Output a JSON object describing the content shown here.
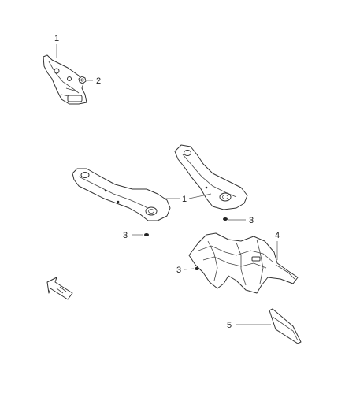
{
  "callouts": [
    {
      "id": "c1a",
      "label": "1"
    },
    {
      "id": "c2",
      "label": "2"
    },
    {
      "id": "c1b",
      "label": "1"
    },
    {
      "id": "c3a",
      "label": "3"
    },
    {
      "id": "c3b",
      "label": "3"
    },
    {
      "id": "c4",
      "label": "4"
    },
    {
      "id": "c3c",
      "label": "3"
    },
    {
      "id": "c5",
      "label": "5"
    }
  ],
  "colors": {
    "line": "#333333",
    "background": "#ffffff"
  },
  "icons": [
    "front-direction-arrow-icon"
  ]
}
